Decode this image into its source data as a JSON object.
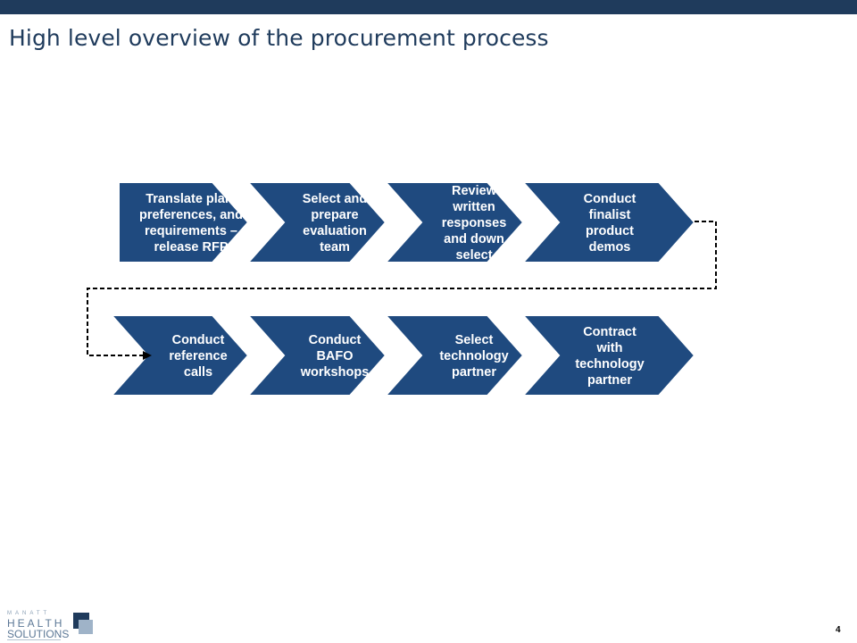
{
  "slide": {
    "title": "High level overview of the procurement process",
    "page_number": "4"
  },
  "process": {
    "row1": [
      {
        "lines": [
          "Translate plan,",
          "preferences, and",
          "requirements –",
          "release RFP"
        ]
      },
      {
        "lines": [
          "Select and",
          "prepare",
          "evaluation",
          "team"
        ]
      },
      {
        "lines": [
          "Review",
          "written",
          "responses",
          "and down",
          "select"
        ]
      },
      {
        "lines": [
          "Conduct",
          "finalist",
          "product",
          "demos"
        ]
      }
    ],
    "row2": [
      {
        "lines": [
          "Conduct",
          "reference",
          "calls"
        ]
      },
      {
        "lines": [
          "Conduct",
          "BAFO",
          "workshops"
        ]
      },
      {
        "lines": [
          "Select",
          "technology",
          "partner"
        ]
      },
      {
        "lines": [
          "Contract",
          "with",
          "technology",
          "partner"
        ]
      }
    ],
    "colors": {
      "step_fill": "#1f4a7f",
      "connector": "#000000"
    }
  },
  "logo": {
    "line1": "MANATT",
    "line2": "HEALTH",
    "line3": "SOLUTIONS"
  }
}
